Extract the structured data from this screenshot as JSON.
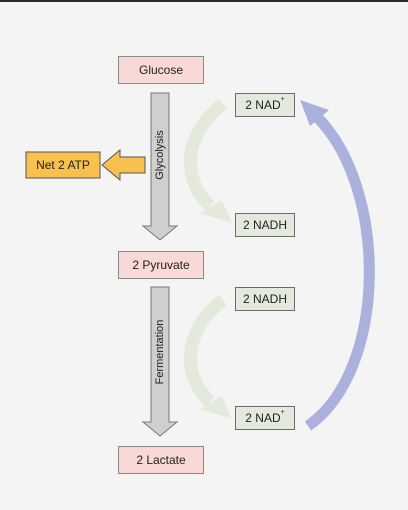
{
  "molecules": {
    "glucose": "Glucose",
    "pyruvate": "2 Pyruvate",
    "lactate": "2 Lactate"
  },
  "processes": {
    "glycolysis": "Glycolysis",
    "fermentation": "Fermentation"
  },
  "output": {
    "atp": "Net 2 ATP"
  },
  "cofactors": {
    "nad_top_base": "2 NAD",
    "nad_top_sup": "+",
    "nadh_top": "2 NADH",
    "nadh_bottom": "2 NADH",
    "nad_bottom_base": "2 NAD",
    "nad_bottom_sup": "+"
  },
  "colors": {
    "molecule_fill": "#f8d9d6",
    "cofactor_fill": "#e3e9dd",
    "atp_fill": "#f7c04f",
    "process_arrow": "#cfcfcf",
    "cycle_arrow_light": "#e3eadb",
    "regeneration_arrow": "#a9b1dc"
  }
}
